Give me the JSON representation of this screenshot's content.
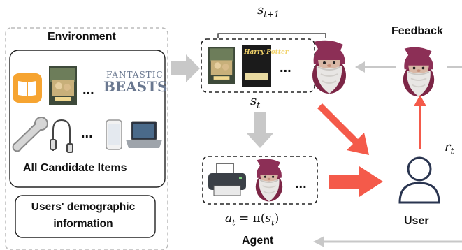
{
  "environment": {
    "title": "Environment",
    "candidates_title": "All Candidate Items",
    "demographic_line1": "Users' demographic",
    "demographic_line2": "information",
    "fantastic_logo_line1": "FANTASTIC",
    "fantastic_logo_line2": "BEASTS",
    "ellipsis": "..."
  },
  "state": {
    "next_label": "s",
    "next_sub": "t+1",
    "current_label": "s",
    "current_sub": "t",
    "book_title_1": "Harry Potter",
    "ellipsis": "..."
  },
  "agent": {
    "title": "Agent",
    "action_a": "a",
    "action_sub": "t",
    "action_eq": " = π(",
    "action_s": "s",
    "action_s_sub": "t",
    "action_close": ")",
    "ellipsis": "..."
  },
  "user": {
    "title": "User"
  },
  "feedback": {
    "title": "Feedback",
    "reward_label": "r",
    "reward_sub": "t"
  },
  "colors": {
    "red_arrow": "#f45a4a",
    "grey_arrow": "#c8c8c8",
    "dashed_border": "#bbbbbb",
    "user_icon": "#2a3550",
    "robe": "#8a2a4a"
  },
  "icons": [
    "book-app-icon",
    "movie-poster-icon",
    "wrench-icon",
    "cable-icon",
    "phone-icon",
    "laptop-icon",
    "printer-icon",
    "dumbledore-plush-icon",
    "user-icon"
  ]
}
